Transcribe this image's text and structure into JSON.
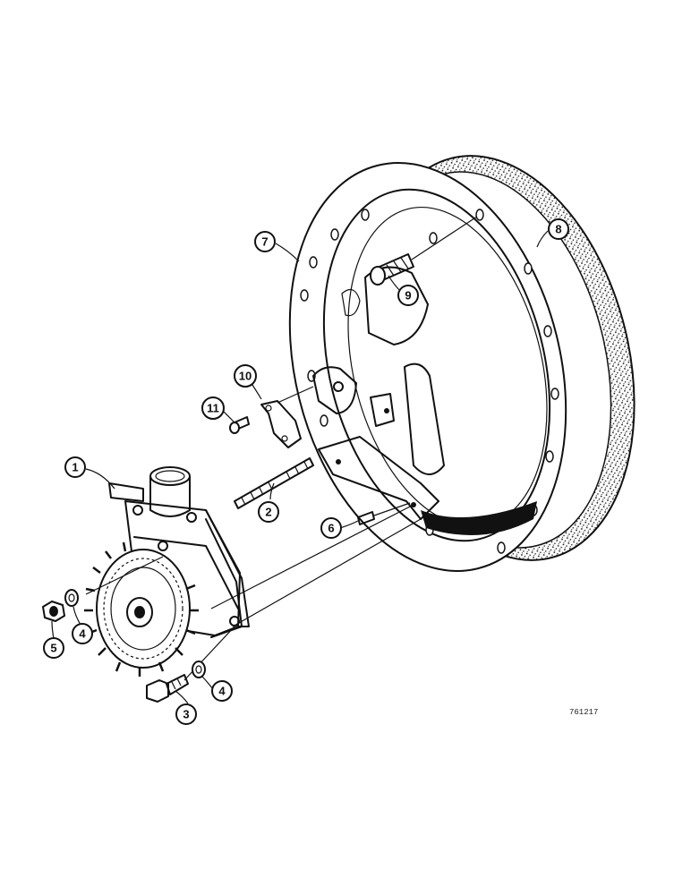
{
  "callouts": [
    {
      "id": "1",
      "label": "1"
    },
    {
      "id": "2",
      "label": "2"
    },
    {
      "id": "3",
      "label": "3"
    },
    {
      "id": "4a",
      "label": "4"
    },
    {
      "id": "4b",
      "label": "4"
    },
    {
      "id": "5",
      "label": "5"
    },
    {
      "id": "6",
      "label": "6"
    },
    {
      "id": "7",
      "label": "7"
    },
    {
      "id": "8",
      "label": "8"
    },
    {
      "id": "9",
      "label": "9"
    },
    {
      "id": "10",
      "label": "10"
    },
    {
      "id": "11",
      "label": "11"
    }
  ],
  "figure_code": "761217"
}
